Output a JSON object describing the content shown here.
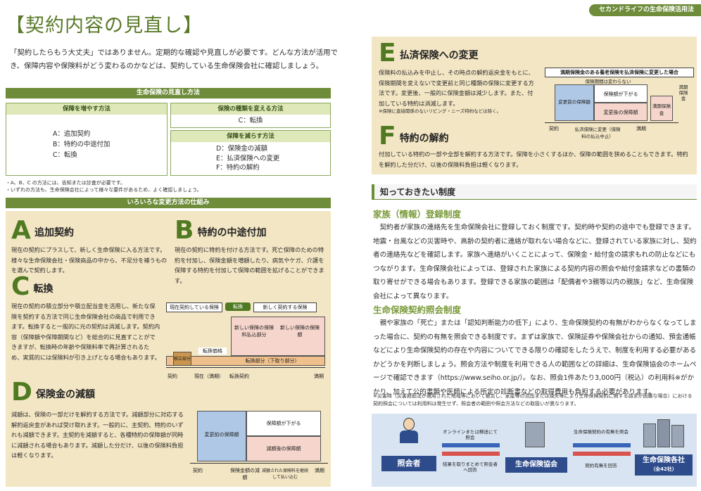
{
  "header": {
    "title": "【契約内容の見直し】",
    "series_tag": "セカンドライフの生命保険活用法",
    "lead": "「契約したらもう大丈夫」ではありません。定期的な確認や見直しが必要です。どんな方法が活用でき、保障内容や保険料がどう変わるのかなどは、契約している生命保険会社に確認しましょう。"
  },
  "methods": {
    "bar_title": "生命保険の見直し方法",
    "increase": {
      "title": "保障を増やす方法",
      "items": [
        "A：追加契約",
        "B：特約の中途付加",
        "C：転換"
      ]
    },
    "change": {
      "title": "保険の種類を変える方法",
      "items": [
        "C：転換"
      ]
    },
    "reduce": {
      "title": "保障を減らす方法",
      "items": [
        "D：保険金の減額",
        "E：払済保険への変更",
        "F：特約の解約"
      ]
    },
    "notes": [
      "・A、B、C の方法には、告知または診査が必要です。",
      "・いずれの方法も、生命保険会社によって様々な要件があるため、よく確認しましょう。"
    ]
  },
  "mechanisms_bar": "いろいろな変更方法の仕組み",
  "A": {
    "letter": "A",
    "title": "追加契約",
    "body": "現在の契約にプラスして、新しく生命保険に入る方法です。様々な生命保険会社・保険商品の中から、不足分を補うものを選んで契約します。"
  },
  "B": {
    "letter": "B",
    "title": "特約の中途付加",
    "body": "現在の契約に特約を付ける方法です。死亡保障のための特約を付加し、保険金額を増額したり、病気やケガ、介護を保障する特約を付加して保障の範囲を拡げることができます。"
  },
  "C": {
    "letter": "C",
    "title": "転換",
    "body": "現在の契約の積立部分や積立配当金を活用し、新たな保険を契約する方法で同じ生命保険会社の商品で利用できます。転換すると一般的に元の契約は消滅します。契約内容（保障額や保障期間など）を総合的に見直すことができますが、転換時の年齢や保険料率で再計算されるため、実質的には保険料が引き上げとなる場合もあります。",
    "diagram": {
      "current_label": "現在契約している保険",
      "arrow_label": "転換",
      "new_label": "新しく契約する保険",
      "new_prem": "新しい保険の保険料払込部分",
      "new_amount": "新しい保険の保険額",
      "trade_in": "転換価格",
      "accum": "積立部分",
      "conv_part": "転換部分（下取り部分）",
      "t1": "契約",
      "t2": "現在（満期）",
      "t3": "転換契約",
      "t4": "満期"
    }
  },
  "D": {
    "letter": "D",
    "title": "保険金の減額",
    "body": "減額は、保険の一部だけを解約する方法です。減額部分に対応する解約返戻金があれば受け取れます。一般的に、主契約、特約のいずれも減額できます。主契約を減額すると、各種特約の保障額が同時に減額される場合もあります。減額した分だけ、以後の保険料負担は軽くなります。",
    "diagram": {
      "before": "変更前の保障額",
      "down": "保障額が下がる",
      "after": "減額後の保障額",
      "t1": "契約",
      "t2": "保険金額の減額",
      "t3": "満期",
      "refund": "減額された保険料を継続して払い込む"
    }
  },
  "E": {
    "letter": "E",
    "title": "払済保険への変更",
    "body": "保険料の払込みを中止し、その時点の解約返戻金をもとに、保険期間を変えないで変更前と同じ種類の保険に変更する方法です。変更後、一般的に保険金額は減少します。また、付加している特約は消滅します。",
    "note": "※保険に直接関係のないリビング・ニーズ特約などは除く。",
    "diagram": {
      "header": "満期保険金のある養老保険を払済保険に変更した場合",
      "period": "保険期間は変わらない",
      "before": "変更前の保障額",
      "down": "保険額が下がる",
      "after": "変更後の保障額",
      "maturity": "満期保険金",
      "side": "満期保険金",
      "t1": "契約",
      "t2": "払済保険に変更（保険料の払込中止）",
      "t3": "満期"
    }
  },
  "F": {
    "letter": "F",
    "title": "特約の解約",
    "body": "付加している特約の一部や全部を解約する方法です。保障を小さくするほか、保障の範囲を狭めることもできます。特約を解約した分だけ、以後の保険料負担は軽くなります。"
  },
  "knowledge": {
    "heading": "知っておきたい制度",
    "s1_title": "家族（情報）登録制度",
    "s1_body": "契約者が家族の連絡先を生命保険会社に登録しておく制度です。契約時や契約の途中でも登録できます。地震・台風などの災害時や、高齢の契約者に連絡が取れない場合などに、登録されている家族に対し、契約者の連絡先などを確認します。家族へ連絡がいくことによって、保険金・給付金の請求もれの防止などにもつながります。生命保険会社によっては、登録された家族による契約内容の照会や給付金請求などの書類の取り寄せができる場合もあります。登録できる家族の範囲は「配偶者や3親等以内の親族」など、生命保険会社によって異なります。",
    "s2_title": "生命保険契約照会制度",
    "s2_body": "親や家族の「死亡」または「認知判断能力の低下」により、生命保険契約の有無がわからなくなってしまった場合に、契約の有無を照会できる制度です。まずは家族で、保険証券や保険会社からの通知、預金通帳などにより生命保険契約の存在や内容についてできる限りの確認をしたうえで、制度を利用する必要があるかどうかを判断しましょう。照会方法や制度を利用できる人の範囲などの詳細は、生命保険協会のホームページで確認できます（https://www.seiho.or.jp/）。なお、照会1件あたり3,000円（税込）の利用料※がかかり、加えて公的書類や医師による所定の診断書などの取得費用も負担する必要があります。",
    "s2_note": "※災害時（災害救助法が適用された地域等において被災し、家屋等の流出または焼失等により生命保険契約に関する請求が困難な場合）における契約照会については利用料は発生せず、照会者の範囲や照会方法などの取扱いが異なります。"
  },
  "flow": {
    "inquirer": "照会者",
    "assoc": "生命保険協会",
    "companies": "生命保険各社",
    "companies_sub": "（全42社）",
    "a1": "オンラインまたは郵送にて照会",
    "a2": "結果を取りまとめて照会者へ回答",
    "a3": "生命保険契約の有無を照会",
    "a4": "契約有無を回答"
  }
}
